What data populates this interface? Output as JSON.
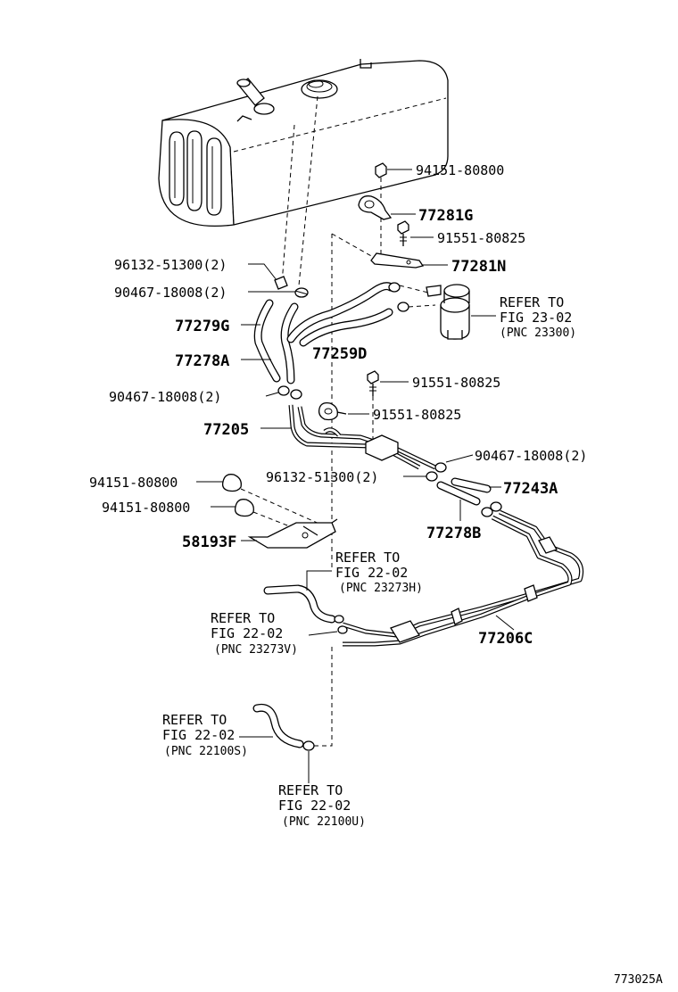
{
  "parts": {
    "p1": "94151-80800",
    "p2": "77281G",
    "p3": "91551-80825",
    "p4": "77281N",
    "p5": "96132-51300(2)",
    "p6": "90467-18008(2)",
    "p7": "77279G",
    "p8": "77278A",
    "p9": "77259D",
    "p10": "91551-80825",
    "p11": "90467-18008(2)",
    "p12": "91551-80825",
    "p13": "77205",
    "p14": "90467-18008(2)",
    "p15": "96132-51300(2)",
    "p16": "94151-80800",
    "p17": "77243A",
    "p18": "94151-80800",
    "p19": "77278B",
    "p20": "58193F",
    "p21": "77206C"
  },
  "refs": {
    "r1": {
      "line1": "REFER TO",
      "line2": "FIG 23-02",
      "line3": "(PNC 23300)"
    },
    "r2": {
      "line1": "REFER TO",
      "line2": "FIG 22-02",
      "line3": "(PNC 23273H)"
    },
    "r3": {
      "line1": "REFER TO",
      "line2": "FIG 22-02",
      "line3": "(PNC 23273V)"
    },
    "r4": {
      "line1": "REFER TO",
      "line2": "FIG 22-02",
      "line3": "(PNC 22100S)"
    },
    "r5": {
      "line1": "REFER TO",
      "line2": "FIG 22-02",
      "line3": "(PNC 22100U)"
    }
  },
  "figure_id": "773025A"
}
